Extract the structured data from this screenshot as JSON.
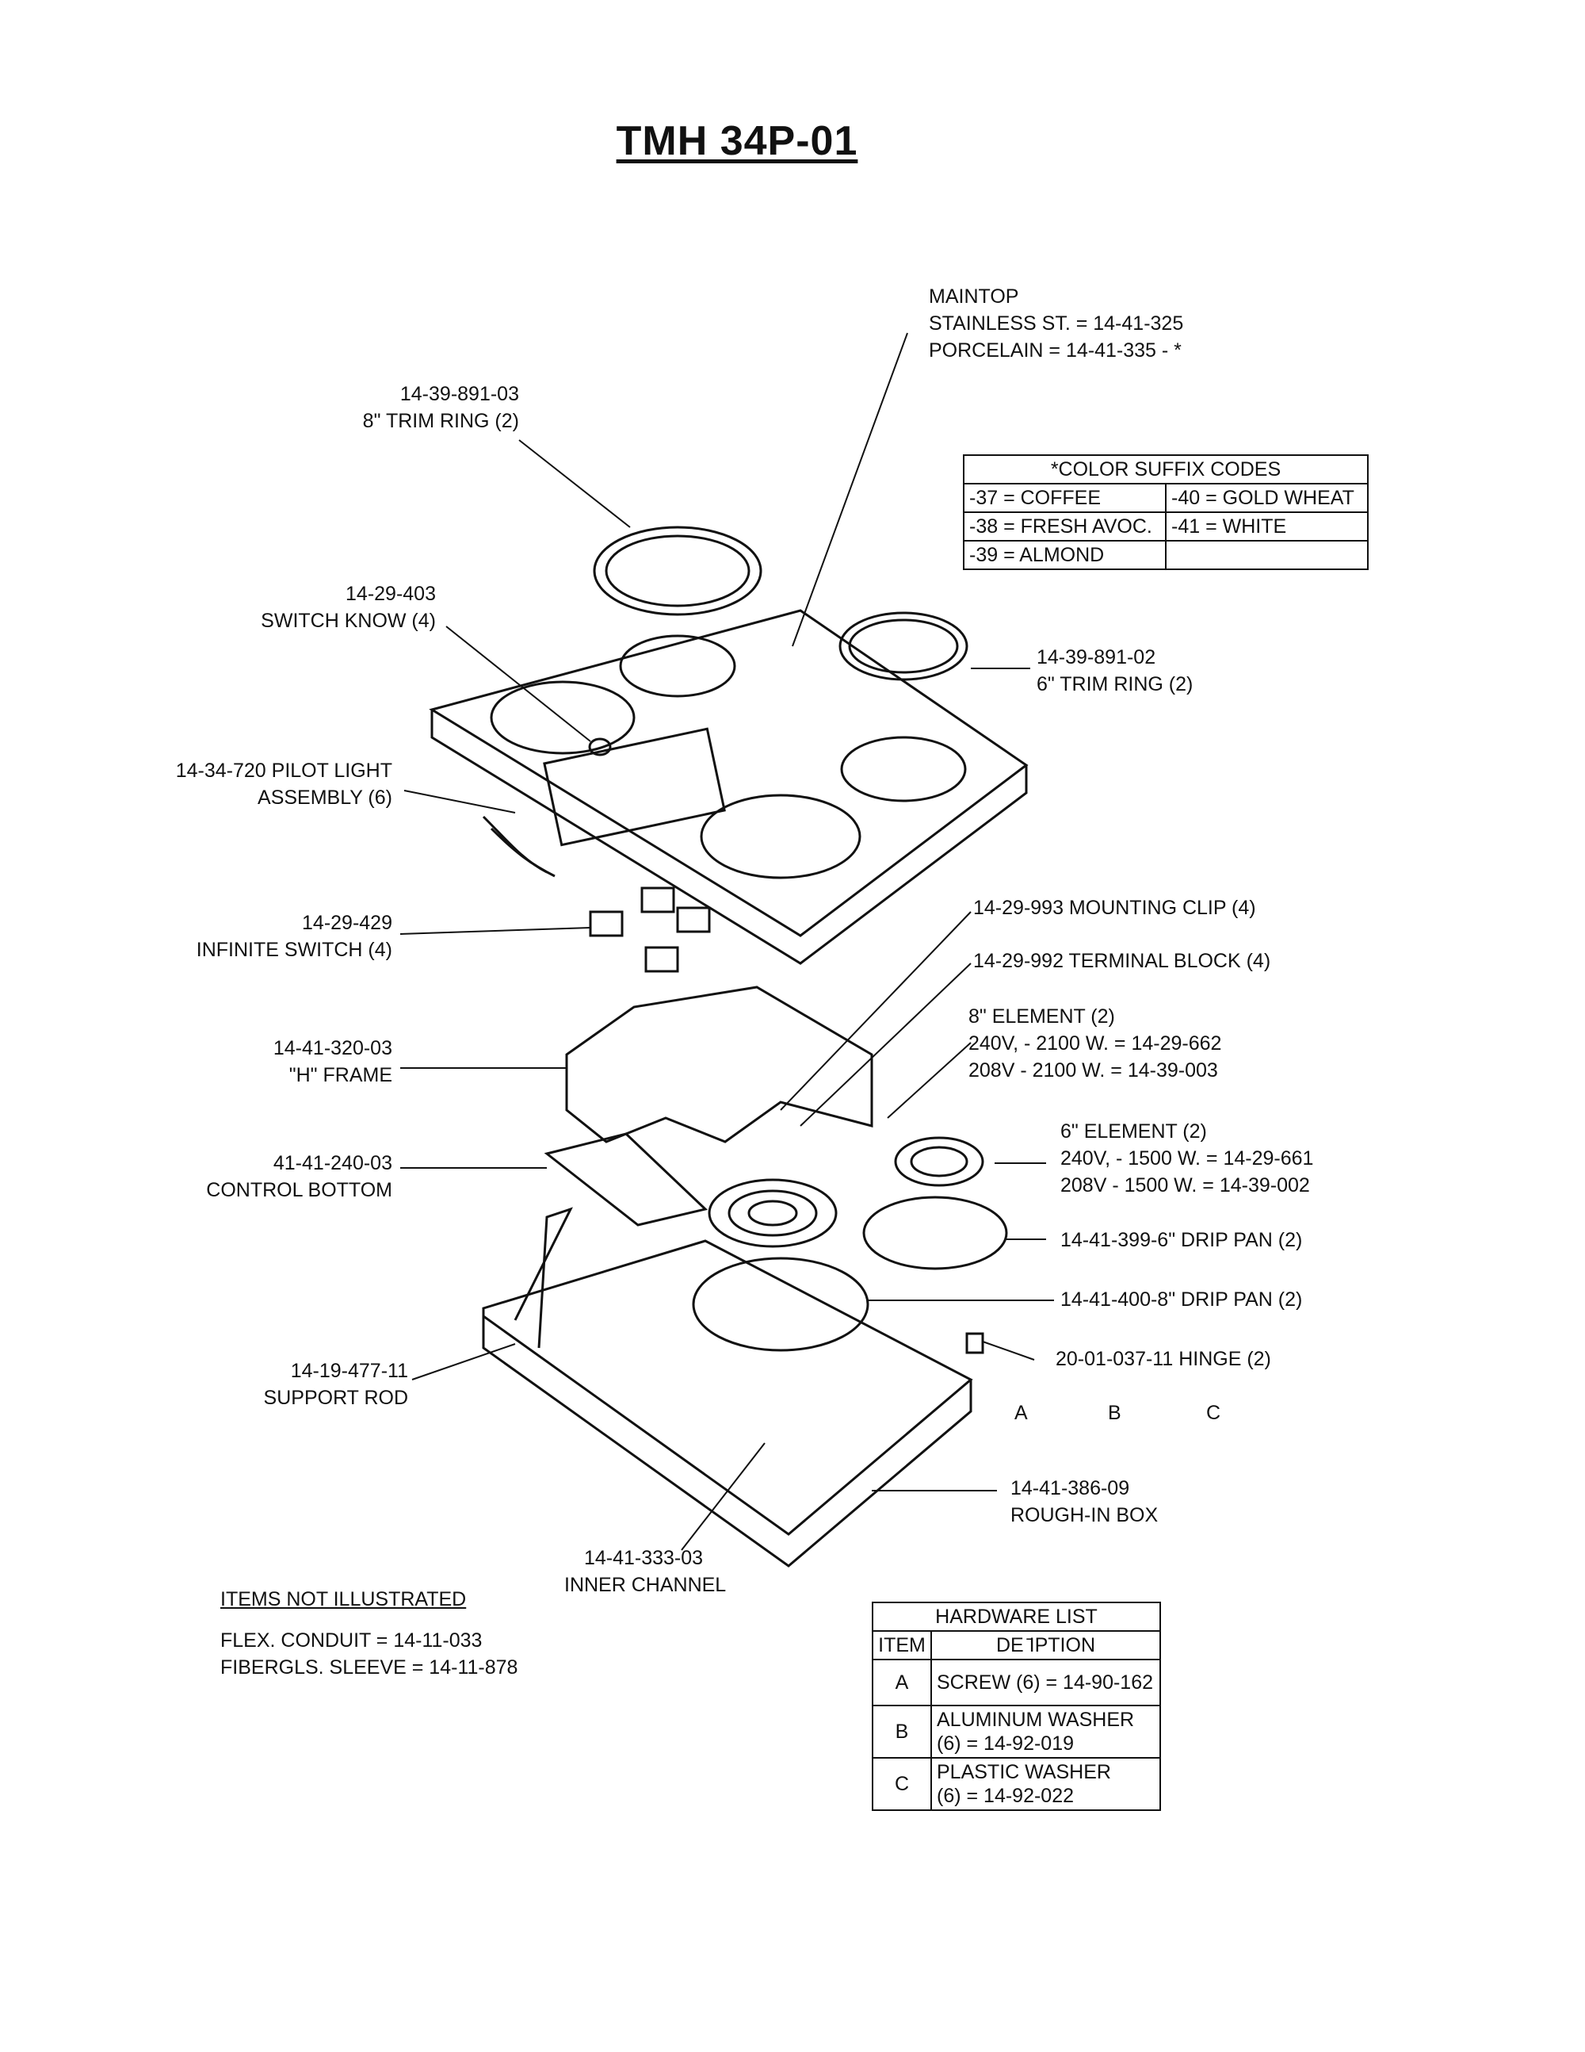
{
  "title": "TMH 34P-01",
  "maintop": {
    "heading": "MAINTOP",
    "stainless": "STAINLESS ST. = 14-41-325",
    "porcelain": "PORCELAIN = 14-41-335 - *"
  },
  "color_codes": {
    "header": "*COLOR SUFFIX CODES",
    "rows": [
      [
        "-37 = COFFEE",
        "-40 = GOLD WHEAT"
      ],
      [
        "-38 = FRESH AVOC.",
        "-41 = WHITE"
      ],
      [
        "-39 = ALMOND",
        ""
      ]
    ]
  },
  "labels": {
    "trim8_num": "14-39-891-03",
    "trim8_name": "8\" TRIM RING (2)",
    "knob_num": "14-29-403",
    "knob_name": "SWITCH KNOW (4)",
    "trim6_num": "14-39-891-02",
    "trim6_name": "6\" TRIM RING (2)",
    "pilot_1": "14-34-720 PILOT LIGHT",
    "pilot_2": "ASSEMBLY (6)",
    "switch_num": "14-29-429",
    "switch_name": "INFINITE SWITCH (4)",
    "clip": "14-29-993 MOUNTING CLIP (4)",
    "terminal": "14-29-992 TERMINAL BLOCK (4)",
    "el8_head": "8\" ELEMENT (2)",
    "el8_240": "240V, - 2100 W. = 14-29-662",
    "el8_208": "208V - 2100 W. = 14-39-003",
    "hframe_num": "14-41-320-03",
    "hframe_name": "\"H\" FRAME",
    "el6_head": "6\" ELEMENT (2)",
    "el6_240": "240V, - 1500 W. = 14-29-661",
    "el6_208": "208V - 1500 W. = 14-39-002",
    "cb_num": "41-41-240-03",
    "cb_name": "CONTROL BOTTOM",
    "drip6": "14-41-399-6\" DRIP PAN (2)",
    "drip8": "14-41-400-8\" DRIP PAN (2)",
    "hinge": "20-01-037-11 HINGE (2)",
    "rod_num": "14-19-477-11",
    "rod_name": "SUPPORT ROD",
    "abc_a": "A",
    "abc_b": "B",
    "abc_c": "C",
    "rough_num": "14-41-386-09",
    "rough_name": "ROUGH-IN BOX",
    "inner_num": "14-41-333-03",
    "inner_name": "INNER CHANNEL"
  },
  "not_illustrated": {
    "heading": "ITEMS NOT ILLUSTRATED",
    "items": [
      "FLEX. CONDUIT = 14-11-033",
      "FIBERGLS. SLEEVE = 14-11-878"
    ]
  },
  "hardware": {
    "header": "HARDWARE LIST",
    "col_item": "ITEM",
    "col_desc": "DE   ̄IPTION",
    "rows": [
      {
        "item": "A",
        "desc1": "SCREW (6) = 14-90-162",
        "desc2": ""
      },
      {
        "item": "B",
        "desc1": "ALUMINUM WASHER",
        "desc2": "(6) = 14-92-019"
      },
      {
        "item": "C",
        "desc1": "PLASTIC WASHER",
        "desc2": "(6) = 14-92-022"
      }
    ]
  }
}
